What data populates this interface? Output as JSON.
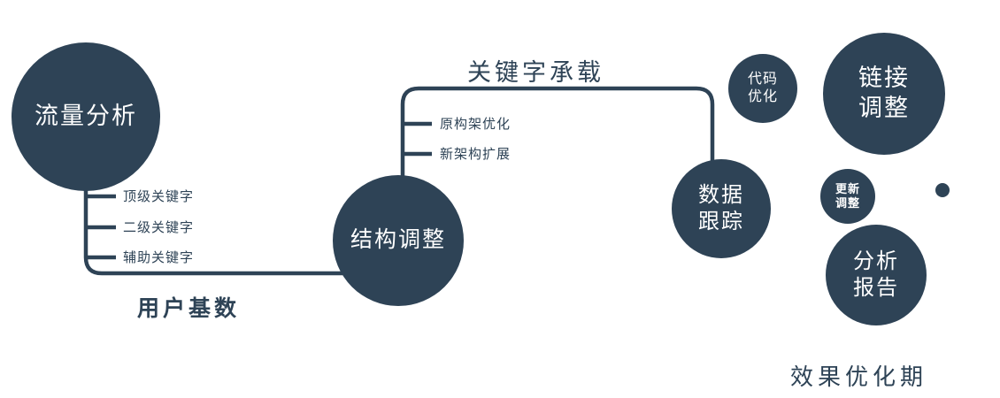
{
  "diagram": {
    "colors": {
      "node_fill": "#2e4356",
      "connector": "#2e4356",
      "label_text": "#2e4356",
      "node_text": "#ffffff",
      "background": "#ffffff"
    },
    "nodes": {
      "traffic": {
        "label": "流量分析"
      },
      "structure": {
        "label": "结构调整"
      },
      "tracking": {
        "line1": "数据",
        "line2": "跟踪"
      },
      "code": {
        "line1": "代码",
        "line2": "优化"
      },
      "link": {
        "line1": "链接",
        "line2": "调整"
      },
      "update": {
        "line1": "更新",
        "line2": "调整"
      },
      "report": {
        "line1": "分析",
        "line2": "报告"
      }
    },
    "edge_labels": {
      "user_base": "用户基数",
      "keyword_carry": "关键字承载"
    },
    "branches": {
      "traffic": [
        "顶级关键字",
        "二级关键字",
        "辅助关键字"
      ],
      "structure": [
        "原构架优化",
        "新架构扩展"
      ]
    },
    "footer": "效果优化期"
  }
}
